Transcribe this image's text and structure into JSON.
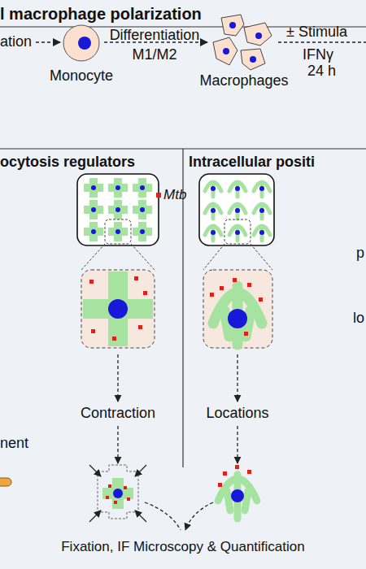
{
  "diagram": {
    "labels": [
      "l macrophage polarization",
      "ation",
      "Differentiation",
      "M1/M2",
      "± Stimula",
      "IFNγ",
      "24 h",
      "Monocyte",
      "Macrophages",
      "ocytosis regulators",
      "Intracellular positi",
      "Mtb",
      "Contraction",
      "Locations",
      "nent",
      "p",
      "lo",
      "Fixation, IF Microscopy & Quantification"
    ]
  }
}
